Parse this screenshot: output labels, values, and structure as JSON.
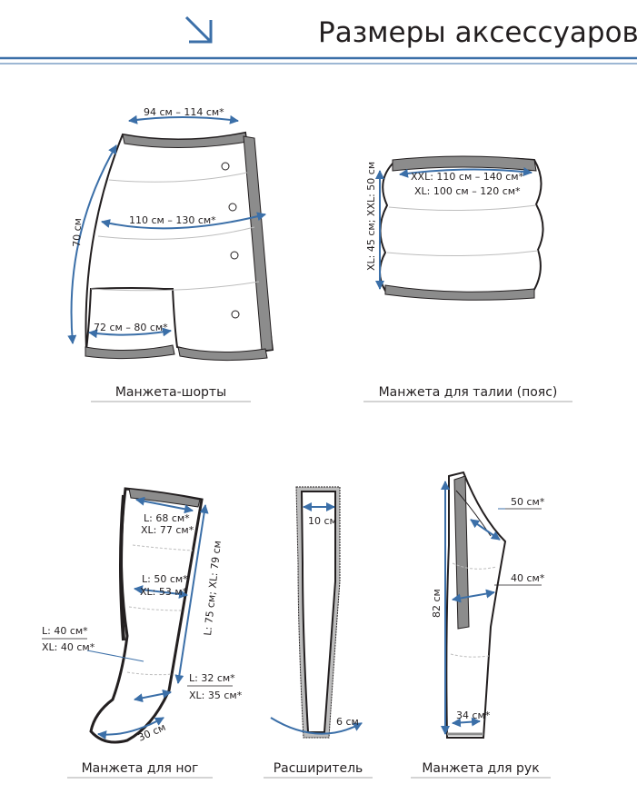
{
  "header": {
    "title": "Размеры аксессуаров",
    "arrow_icon": "arrow-down-right-icon",
    "accent_color": "#3b6fa8"
  },
  "shorts": {
    "caption": "Манжета-шорты",
    "waist": "94 см – 114 см*",
    "hips": "110 см – 130 см*",
    "thigh": "72 см – 80 см*",
    "length": "70 см"
  },
  "belt": {
    "caption": "Манжета для талии (пояс)",
    "xxl": "XXL: 110 см – 140 см*",
    "xl": "XL: 100 см – 120 см*",
    "height": "XL: 45 см; XXL: 50 см"
  },
  "leg": {
    "caption": "Манжета для ног",
    "top_l": "L: 68 см*",
    "top_xl": "XL: 77 см*",
    "mid_l": "L: 50 см*",
    "mid_xl": "XL: 53 м*",
    "length": "L: 75 см; XL: 79 см",
    "knee_l": "L: 40 см*",
    "knee_xl": "XL: 40 см*",
    "ankle_l": "L: 32 см*",
    "ankle_xl": "XL: 35 см*",
    "foot": "30 см"
  },
  "expander": {
    "caption": "Расширитель",
    "top": "10 см",
    "bottom": "6 см"
  },
  "arm": {
    "caption": "Манжета для рук",
    "upper": "50 см*",
    "mid": "40 см*",
    "length": "82 см",
    "wrist": "34 см*"
  }
}
